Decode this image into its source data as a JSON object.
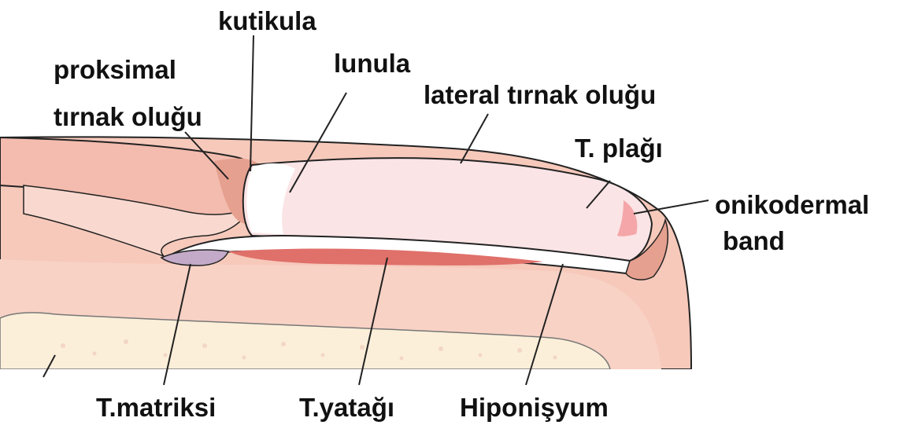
{
  "labels": {
    "kutikula": "kutikula",
    "proksimal_line1": "proksimal",
    "proksimal_line2": "tırnak oluğu",
    "lunula": "lunula",
    "lateral": "lateral tırnak oluğu",
    "plate": "T. plağı",
    "onikodermal_line1": "onikodermal",
    "onikodermal_line2": "band",
    "matrix": "T.matriksi",
    "bed": "T.yatağı",
    "hyponychium": "Hiponişyum"
  },
  "colors": {
    "skin": "#f6c9bb",
    "skin_dark": "#e6a08f",
    "fold_highlight": "#f9d9cf",
    "bone": "#fbefd9",
    "nail_plate": "#fbe4e6",
    "nail_bed": "#e0706a",
    "matrix": "#c3aac8",
    "lunula": "#ffffff",
    "outline": "#222222"
  }
}
